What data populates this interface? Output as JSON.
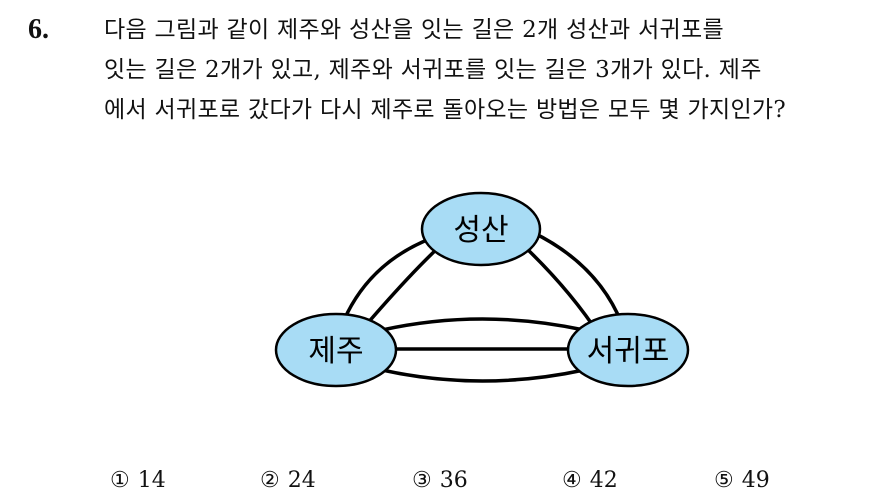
{
  "question": {
    "number": "6.",
    "lines": [
      "다음 그림과 같이 제주와 성산을 잇는 길은 2개 성산과 서귀포를",
      "잇는 길은 2개가 있고, 제주와 서귀포를 잇는 길은 3개가 있다. 제주",
      "에서 서귀포로 갔다가 다시 제주로 돌아오는 방법은 모두 몇 가지인가?"
    ]
  },
  "diagram": {
    "node_fill": "#a8dcf5",
    "stroke": "#000000",
    "nodes": {
      "top": "성산",
      "left": "제주",
      "right": "서귀포"
    },
    "roads": {
      "jeju_seongsan": 2,
      "seongsan_seogwipo": 2,
      "jeju_seogwipo": 3
    }
  },
  "choices": [
    {
      "mark": "①",
      "value": "14"
    },
    {
      "mark": "②",
      "value": "24"
    },
    {
      "mark": "③",
      "value": "36"
    },
    {
      "mark": "④",
      "value": "42"
    },
    {
      "mark": "⑤",
      "value": "49"
    }
  ]
}
